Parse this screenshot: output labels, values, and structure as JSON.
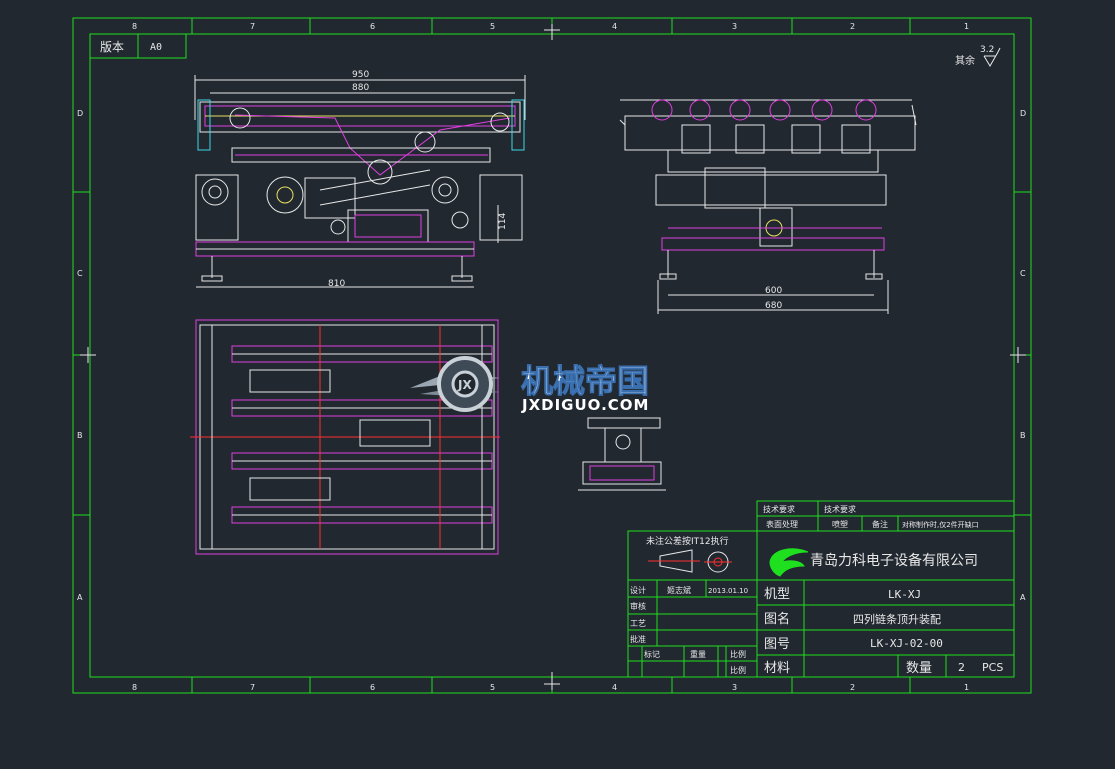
{
  "drawing": {
    "version_label": "版本",
    "version_value": "A0",
    "roughness": "3.2",
    "roughness_note": "其余",
    "watermark_title": "机械帝国",
    "watermark_url": "JXDIGUO.COM",
    "border_cols_top": [
      "8",
      "7",
      "6",
      "5",
      "4",
      "3",
      "2",
      "1"
    ],
    "border_rows_left": [
      "D",
      "C",
      "B",
      "A"
    ],
    "dims": {
      "d950": "950",
      "d880": "880",
      "d810": "810",
      "d114": "114",
      "d600": "600",
      "d680": "680"
    }
  },
  "title_block": {
    "tech_req_label": "技术要求",
    "tech_req_value": "技术要求",
    "surface_label": "表面处理",
    "surface_value": "喷塑",
    "remark_label": "备注",
    "remark_value": "对称制作时,仅2件开缺口",
    "tolerance_note": "未注公差按IT12执行",
    "company": "青岛力科电子设备有限公司",
    "design_label": "设计",
    "designer": "姬志斌",
    "date": "2013.01.10",
    "check_label": "审核",
    "process_label": "工艺",
    "approve_label": "批准",
    "mark_label": "标记",
    "weight_label": "重量",
    "scale_label": "比例",
    "scale2_label": "比例",
    "model_label": "机型",
    "model_value": "LK-XJ",
    "name_label": "图名",
    "name_value": "四列链条顶升装配",
    "number_label": "图号",
    "number_value": "LK-XJ-02-00",
    "material_label": "材料",
    "qty_label": "数量",
    "qty_value": "2",
    "qty_unit": "PCS"
  }
}
